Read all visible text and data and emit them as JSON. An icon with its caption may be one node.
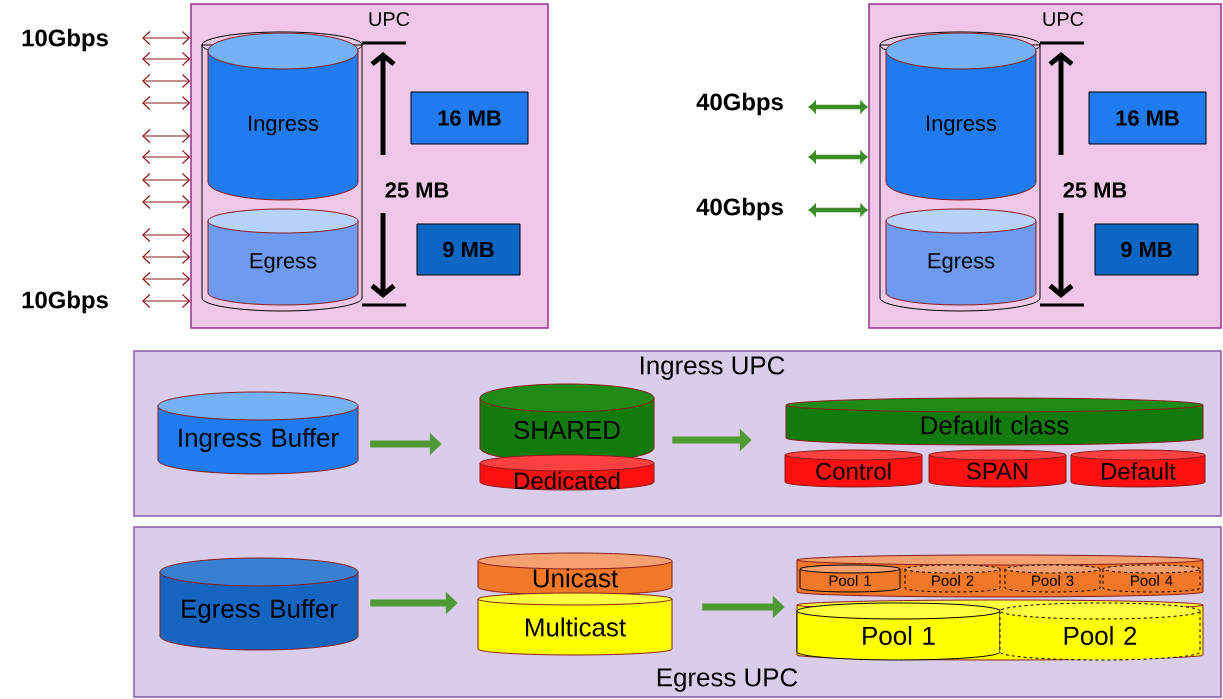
{
  "diagram": {
    "nodes": [
      {
        "text": [],
        "shape": "box"
      },
      {
        "text": [],
        "shape": "cylinder",
        "in": 0
      },
      {
        "text": [
          "Ingress"
        ],
        "in": 1
      },
      {
        "text": [
          "Egress"
        ],
        "in": 1
      },
      {
        "text": [
          "16 MB"
        ],
        "in": 0
      },
      {
        "text": [
          "9 MB"
        ],
        "in": 0
      },
      {
        "text": [],
        "shape": "box"
      },
      {
        "text": [],
        "shape": "cylinder",
        "in": 6
      },
      {
        "text": [
          "Ingress"
        ],
        "in": 7
      },
      {
        "text": [
          "Egress"
        ],
        "in": 7
      },
      {
        "text": [
          "16 MB"
        ],
        "in": 6
      },
      {
        "text": [
          "9 MB"
        ],
        "in": 6
      },
      {
        "text": [
          "Ingress UPC"
        ]
      },
      {
        "text": [
          "Ingress Buffer"
        ],
        "in": 12
      },
      {
        "text": [
          "SHARED"
        ],
        "in": 12
      },
      {
        "text": [
          "Dedicated"
        ],
        "in": 12
      },
      {
        "text": [
          "Default class"
        ],
        "in": 12
      },
      {
        "text": [
          "Control"
        ],
        "in": 12
      },
      {
        "text": [
          "SPAN"
        ],
        "in": 12
      },
      {
        "text": [
          "Default"
        ],
        "in": 12
      },
      {
        "text": [
          "Egress UPC"
        ]
      },
      {
        "text": [
          "Egress Buffer"
        ],
        "in": 20
      },
      {
        "text": [
          "Unicast"
        ],
        "in": 20
      },
      {
        "text": [
          "Multicast"
        ],
        "in": 20
      },
      {
        "text": [],
        "shape": "cylinder",
        "in": 20
      },
      {
        "text": [
          "Pool 1"
        ],
        "in": 24
      },
      {
        "text": [
          "Pool 2"
        ],
        "in": 24
      },
      {
        "text": [
          "Pool 3"
        ],
        "in": 24
      },
      {
        "text": [
          "Pool 4"
        ],
        "in": 24
      },
      {
        "text": [],
        "shape": "cylinder",
        "in": 20
      },
      {
        "text": [
          "Pool 1"
        ],
        "in": 29
      },
      {
        "text": [
          "Pool 2"
        ],
        "in": 29
      }
    ],
    "edges": [
      {
        "from": null,
        "to": 0,
        "arrow": "both"
      },
      {
        "from": null,
        "to": 0,
        "arrow": "both"
      },
      {
        "from": null,
        "to": 0,
        "arrow": "both"
      },
      {
        "from": null,
        "to": 0,
        "arrow": "both"
      },
      {
        "from": null,
        "to": 0,
        "arrow": "both"
      },
      {
        "from": null,
        "to": 0,
        "arrow": "both"
      },
      {
        "from": null,
        "to": 0,
        "arrow": "both"
      },
      {
        "from": null,
        "to": 0,
        "arrow": "both"
      },
      {
        "from": null,
        "to": 0,
        "arrow": "both"
      },
      {
        "from": null,
        "to": 0,
        "arrow": "both"
      },
      {
        "from": null,
        "to": 0,
        "arrow": "both"
      },
      {
        "from": null,
        "to": 0,
        "arrow": "both"
      },
      {
        "from": null,
        "to": 6,
        "arrow": "both",
        "style": "thick",
        "color": "#3c8c28"
      },
      {
        "from": null,
        "to": 6,
        "arrow": "both",
        "style": "thick",
        "color": "#3c8c28"
      },
      {
        "from": null,
        "to": 6,
        "arrow": "both",
        "style": "thick",
        "color": "#3c8c28"
      },
      {
        "from": 13,
        "to": 14,
        "arrow": "to",
        "style": "thick",
        "color": "#4f9a35"
      },
      {
        "from": 14,
        "to": 16,
        "arrow": "to",
        "style": "thick",
        "color": "#4f9a35"
      },
      {
        "from": 21,
        "to": 23,
        "arrow": "to",
        "style": "thick",
        "color": "#4f9a35"
      },
      {
        "from": 23,
        "to": 29,
        "arrow": "to",
        "style": "thick",
        "color": "#4f9a35"
      }
    ],
    "labels": [
      "10Gbps",
      "UPC",
      "25 MB",
      "10Gbps",
      "UPC",
      "40Gbps",
      "25 MB",
      "40Gbps"
    ]
  }
}
